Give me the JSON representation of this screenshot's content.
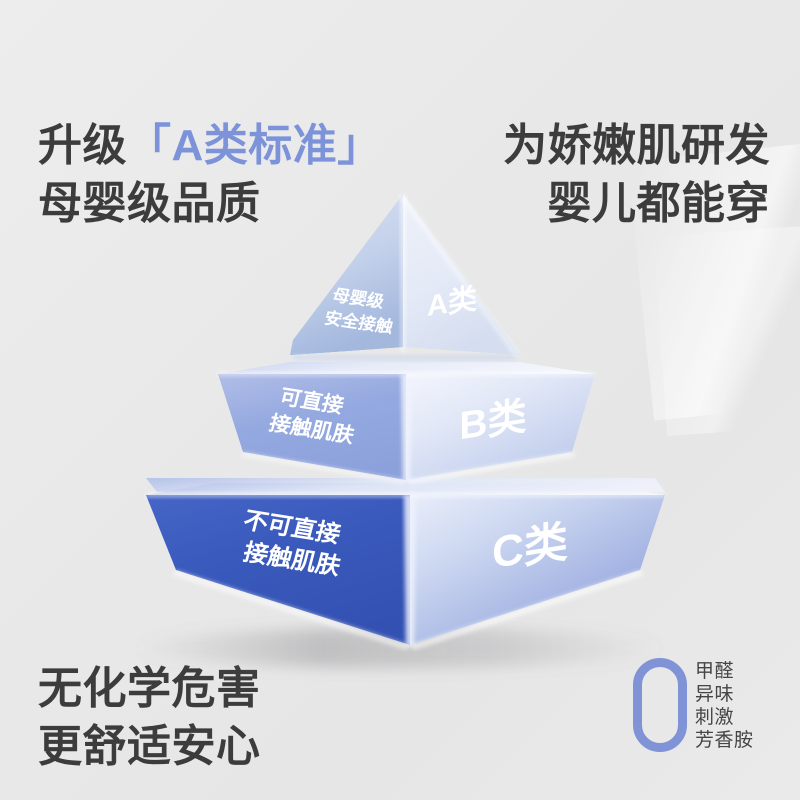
{
  "background": {
    "color": "#e9e9e9",
    "accent_blue": "#7d93d9",
    "text_color": "#3c3c3c"
  },
  "headlines": {
    "top_left": {
      "line1_prefix": "升级",
      "line1_bracket_open": "「",
      "line1_accent": "A类标准",
      "line1_bracket_close": "」",
      "line2": "母婴级品质"
    },
    "top_right": {
      "line1": "为娇嫩肌研发",
      "line2": "婴儿都能穿"
    },
    "bottom_left": {
      "line1": "无化学危害",
      "line2": "更舒适安心"
    }
  },
  "pyramid": {
    "tiers": [
      {
        "grade": "A类",
        "left_face_line1": "母婴级",
        "left_face_line2": "安全接触",
        "left_color_top": "#c6d2ec",
        "left_color_bottom": "#a9bce0",
        "right_color_top": "#e9edf7",
        "right_color_bottom": "#dee5f3"
      },
      {
        "grade": "B类",
        "left_face_line1": "可直接",
        "left_face_line2": "接触肌肤",
        "left_color_top": "#93a7de",
        "left_color_bottom": "#8fa4dd",
        "right_color_top": "#eff2fa",
        "right_color_bottom": "#c3cfee"
      },
      {
        "grade": "C类",
        "left_face_line1": "不可直接",
        "left_face_line2": "接触肌肤",
        "left_color_top": "#3e5fc0",
        "left_color_bottom": "#3756b7",
        "right_color_top": "#e4e9f8",
        "right_color_bottom": "#8fa3dc"
      }
    ]
  },
  "zero_badge": {
    "glyph": "0",
    "glyph_color": "#7f93d6",
    "items": [
      "甲醛",
      "异味",
      "刺激",
      "芳香胺"
    ]
  }
}
